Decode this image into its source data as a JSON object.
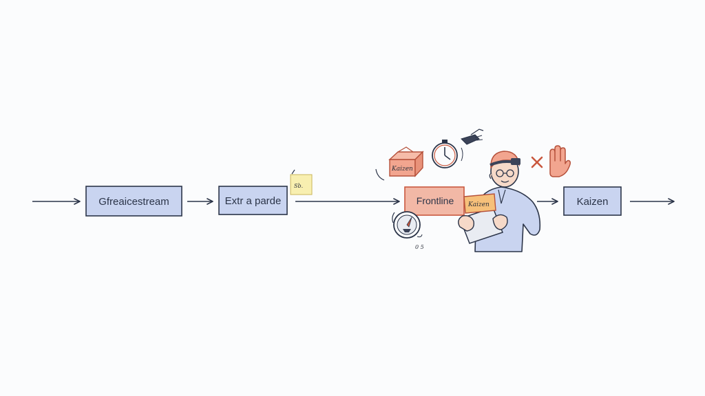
{
  "diagram": {
    "boxes": [
      {
        "id": "b1",
        "label": "Gfreaicestream"
      },
      {
        "id": "b2",
        "label": "Extr a parde"
      },
      {
        "id": "b3",
        "label": "Frontline"
      },
      {
        "id": "b4",
        "label": "Kaizen"
      }
    ],
    "colors": {
      "blue_fill": "#c9d4f0",
      "blue_stroke": "#2b3448",
      "salmon_fill": "#f2a58f",
      "salmon_stroke": "#c9583e",
      "note_fill": "#f8efb0",
      "line": "#2b3448"
    }
  },
  "annotations": {
    "sticky_note": "Sb.",
    "box_sticker": "Kaizen",
    "held_sign": "Kaizen",
    "gauge_caption": "0 5"
  },
  "icons": [
    "box-icon",
    "stopwatch-icon",
    "drone-icon",
    "x-mark-icon",
    "stop-hand-icon",
    "gauge-icon",
    "worker-figure"
  ]
}
